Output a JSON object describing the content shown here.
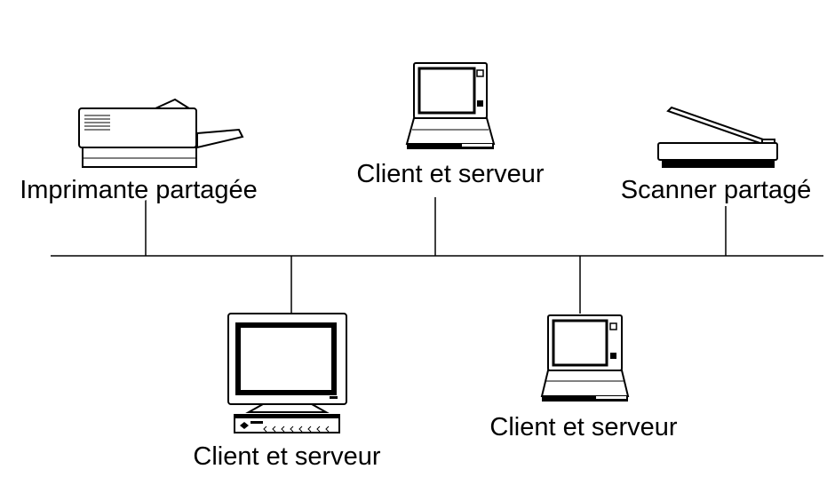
{
  "network": {
    "printer_label": "Imprimante partagée",
    "laptop_top_label": "Client et serveur",
    "scanner_label": "Scanner partagé",
    "desktop_label": "Client et serveur",
    "laptop_bottom_label": "Client et serveur"
  },
  "icons": {
    "printer": "printer-icon",
    "laptop_top": "laptop-icon",
    "scanner": "scanner-icon",
    "desktop": "desktop-computer-icon",
    "laptop_bottom": "laptop-icon"
  },
  "colors": {
    "line": "#000000",
    "background": "#ffffff"
  }
}
